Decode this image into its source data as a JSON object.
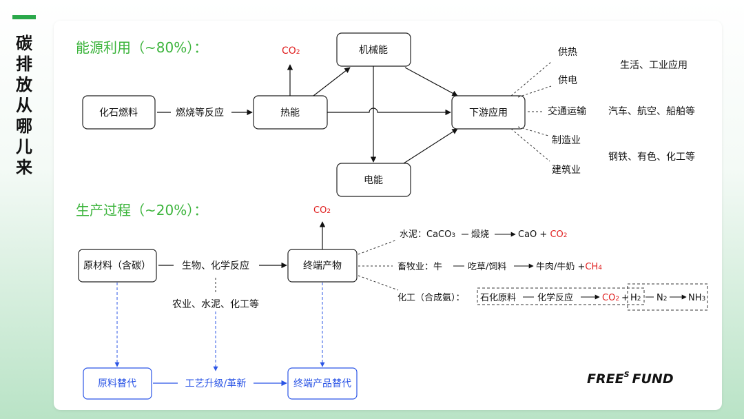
{
  "side_title": "碳排放从哪儿来",
  "energy": {
    "heading": "能源利用（~80%）：",
    "co2": "CO",
    "co2_sub": "2",
    "fossil": "化石燃料",
    "reaction": "燃烧等反应",
    "thermal": "热能",
    "mechanical": "机械能",
    "electric": "电能",
    "downstream": "下游应用",
    "uses": [
      "供热",
      "供电",
      "交通运输",
      "制造业",
      "建筑业"
    ],
    "notes": [
      "生活、工业应用",
      "汽车、航空、船舶等",
      "钢铁、有色、化工等"
    ]
  },
  "production": {
    "heading": "生产过程（~20%）：",
    "co2": "CO",
    "co2_sub": "2",
    "raw": "原材料（含碳）",
    "reaction": "生物、化学反应",
    "sectors": "农业、水泥、化工等",
    "product": "终端产物",
    "cement": {
      "label": "水泥：",
      "caco": "CaCO",
      "caco_sub": "3",
      "step": "煅烧",
      "cao": "CaO",
      "plus": "+",
      "co2": "CO",
      "co2_sub": "2"
    },
    "livestock": {
      "label": "畜牧业：牛",
      "step": "吃草/饲料",
      "result": "牛肉/牛奶 +",
      "ch": "CH",
      "ch_sub": "4"
    },
    "chem": {
      "label": "化工（合成氨）：",
      "raw": "石化原料",
      "step": "化学反应",
      "co2": "CO",
      "co2_sub": "2",
      "plus": "+",
      "h": "H",
      "h_sub": "2",
      "n": "N",
      "n_sub": "2",
      "nh": "NH",
      "nh_sub": "3"
    }
  },
  "solutions": {
    "raw_sub": "原料替代",
    "upgrade": "工艺升级/革新",
    "product_sub": "终端产品替代"
  },
  "brand": {
    "pre": "FREE",
    "sup": "S",
    "post": "FUND"
  },
  "colors": {
    "green": "#3cb43c",
    "red": "#e02020",
    "blue": "#2b55e6",
    "dark": "#111111"
  }
}
